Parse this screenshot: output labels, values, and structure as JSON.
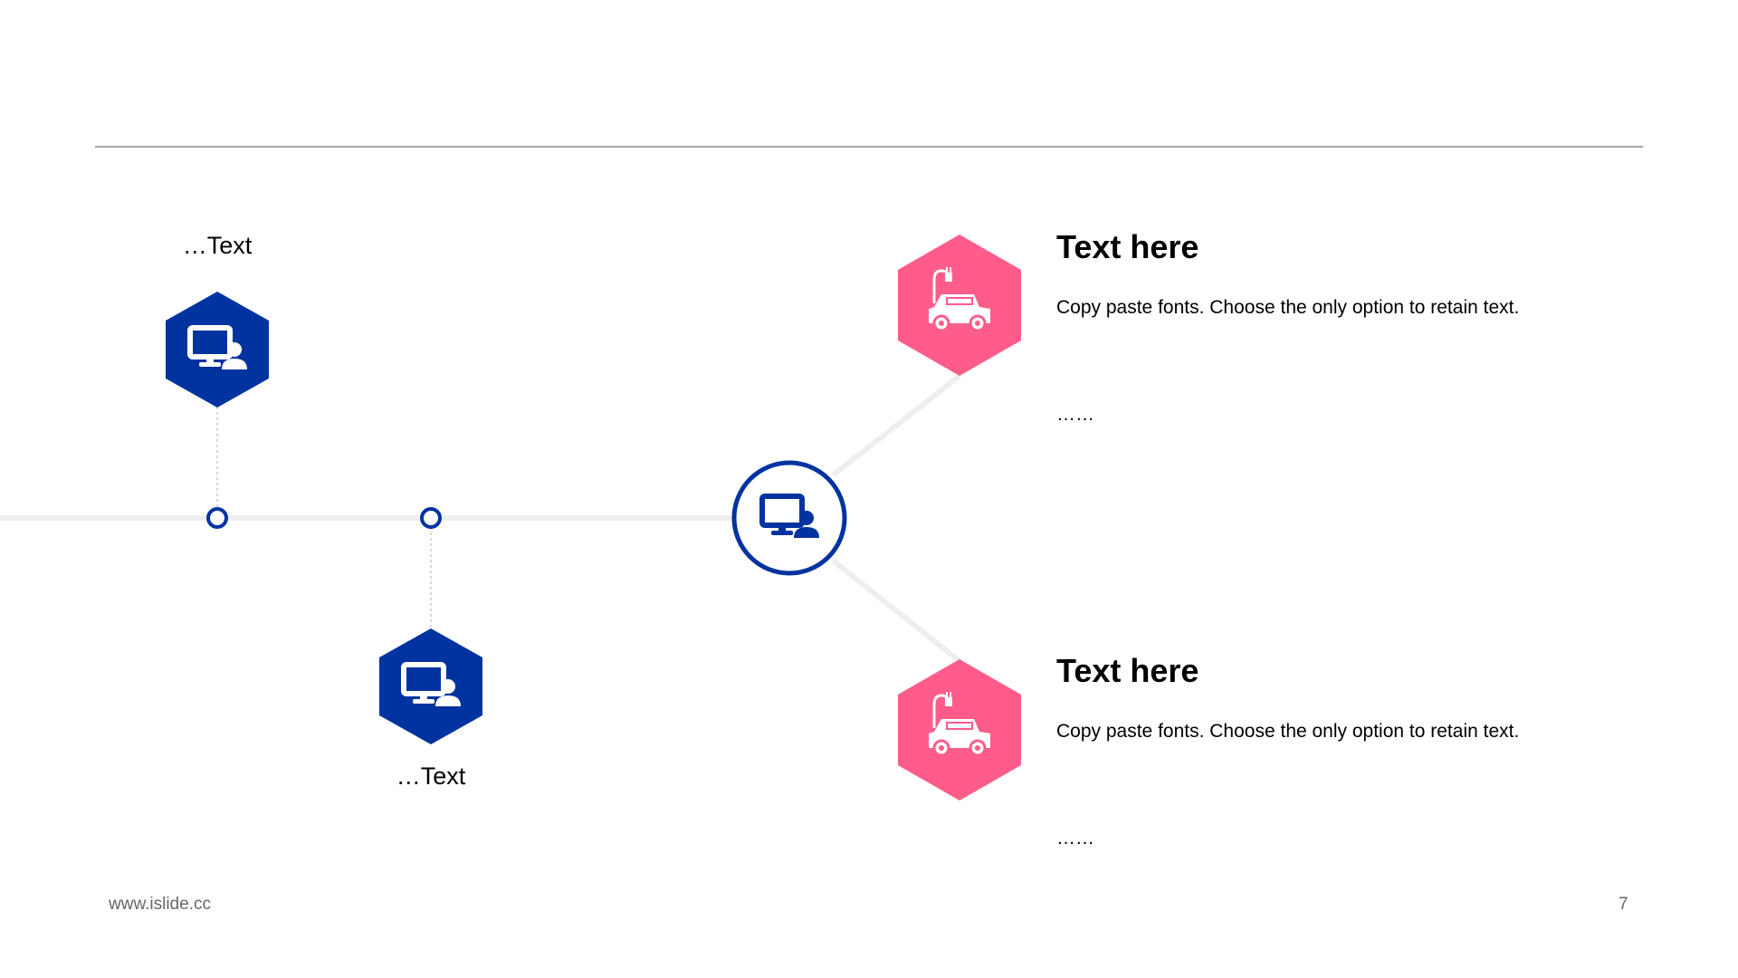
{
  "colors": {
    "blue": "#0033a0",
    "pink": "#ff5c8a",
    "line": "#eeeeee",
    "rule": "#888888"
  },
  "left_nodes": [
    {
      "label": "…Text",
      "icon": "monitor-user-icon"
    },
    {
      "label": "…Text",
      "icon": "monitor-user-icon"
    }
  ],
  "center_icon": "monitor-user-icon",
  "items": [
    {
      "title": "Text here",
      "body": "Copy paste fonts. Choose the only option to retain text.",
      "more": "……",
      "icon": "electric-car-icon"
    },
    {
      "title": "Text here",
      "body": "Copy paste fonts. Choose the only option to retain text.",
      "more": "……",
      "icon": "electric-car-icon"
    }
  ],
  "footer": {
    "website": "www.islide.cc",
    "page_number": "7"
  }
}
